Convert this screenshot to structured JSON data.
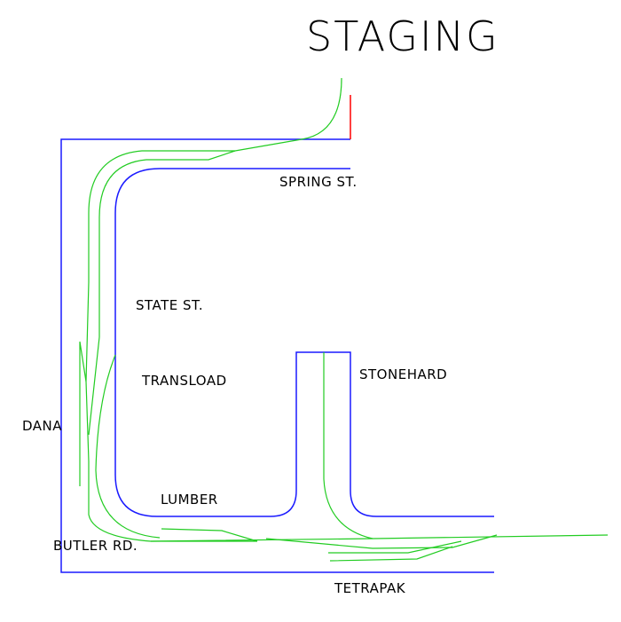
{
  "title": "STAGING",
  "labels": {
    "spring_st": "SPRING ST.",
    "state_st": "STATE ST.",
    "transload": "TRANSLOAD",
    "stonehard": "STONEHARD",
    "dana": "DANA",
    "lumber": "LUMBER",
    "butler_rd": "BUTLER RD.",
    "tetrapak": "TETRAPAK"
  },
  "colors": {
    "streets": "#1a1aff",
    "track": "#22cc22",
    "staging_marker": "#ff0000",
    "text": "#000000"
  }
}
